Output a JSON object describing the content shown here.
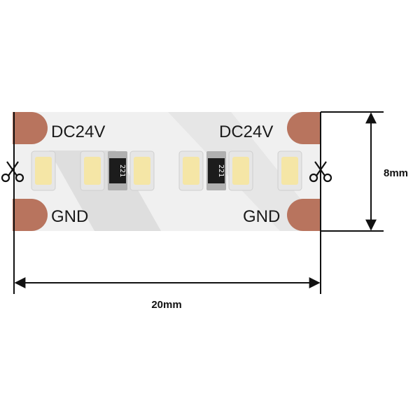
{
  "strip": {
    "voltage_label": "DC24V",
    "ground_label": "GND",
    "resistor_code": "221"
  },
  "dimensions": {
    "width": "20mm",
    "height": "8mm"
  },
  "colors": {
    "strip_base": "#f0f0f0",
    "strip_shadow": "#dedede",
    "copper_pad": "#b8745e",
    "led_body": "#ebebeb",
    "led_phosphor": "#f5e6a6",
    "resistor_body": "#1c1c1c",
    "resistor_end": "#b0b0b0",
    "dimension_line": "#111111"
  },
  "icons": {
    "cut_mark": "scissors-icon"
  }
}
